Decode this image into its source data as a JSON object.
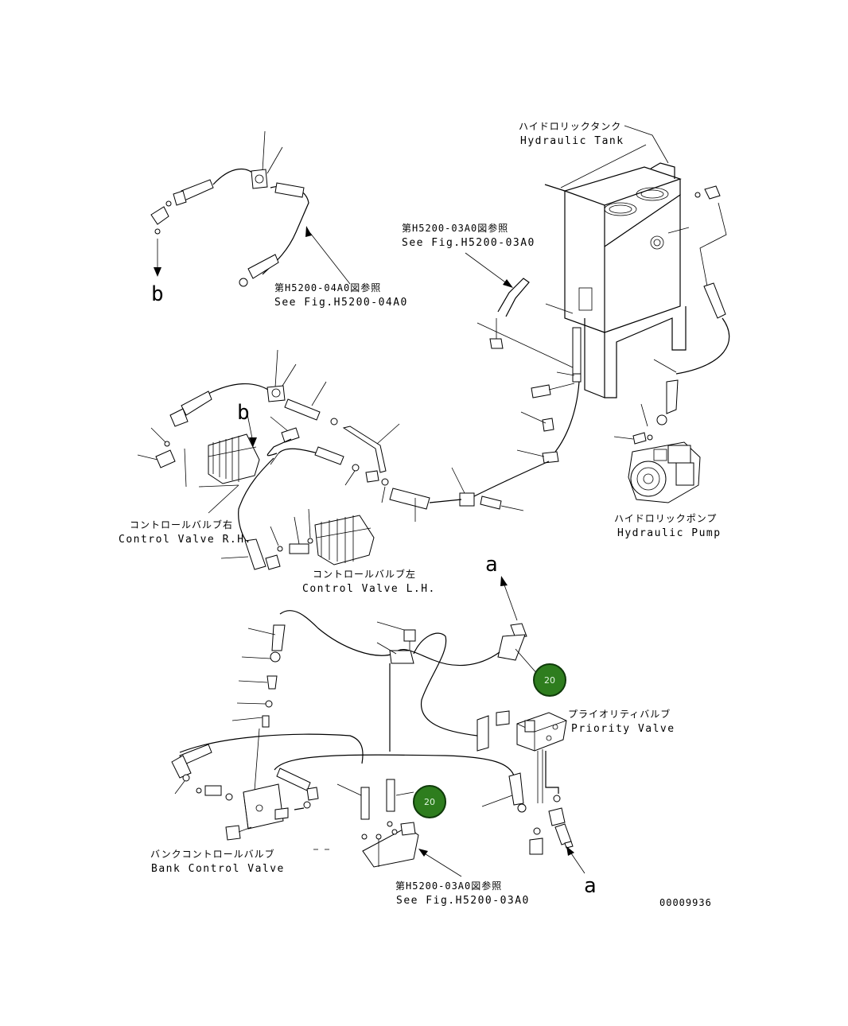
{
  "labels": {
    "hydraulic_tank_jp": "ハイドロリックタンク",
    "hydraulic_tank_en": "Hydraulic Tank",
    "ref_03a0_top_jp": "第H5200-03A0図参照",
    "ref_03a0_top_en": "See Fig.H5200-03A0",
    "ref_04a0_jp": "第H5200-04A0図参照",
    "ref_04a0_en": "See Fig.H5200-04A0",
    "control_valve_rh_jp": "コントロールバルブ右",
    "control_valve_rh_en": "Control Valve R.H.",
    "control_valve_lh_jp": "コントロールバルブ左",
    "control_valve_lh_en": "Control Valve L.H.",
    "hydraulic_pump_jp": "ハイドロリックポンプ",
    "hydraulic_pump_en": "Hydraulic Pump",
    "priority_valve_jp": "プライオリティバルブ",
    "priority_valve_en": "Priority Valve",
    "bank_control_valve_jp": "バンクコントロールバルブ",
    "bank_control_valve_en": "Bank Control Valve",
    "ref_03a0_bottom_jp": "第H5200-03A0図参照",
    "ref_03a0_bottom_en": "See Fig.H5200-03A0",
    "drawing_number": "00009936"
  },
  "connectors": {
    "b_top": "b",
    "b_mid": "b",
    "a_top": "a",
    "a_bottom": "a"
  },
  "badges": [
    {
      "label": "20",
      "color": "#2e7d1e"
    },
    {
      "label": "20",
      "color": "#2e7d1e"
    }
  ]
}
